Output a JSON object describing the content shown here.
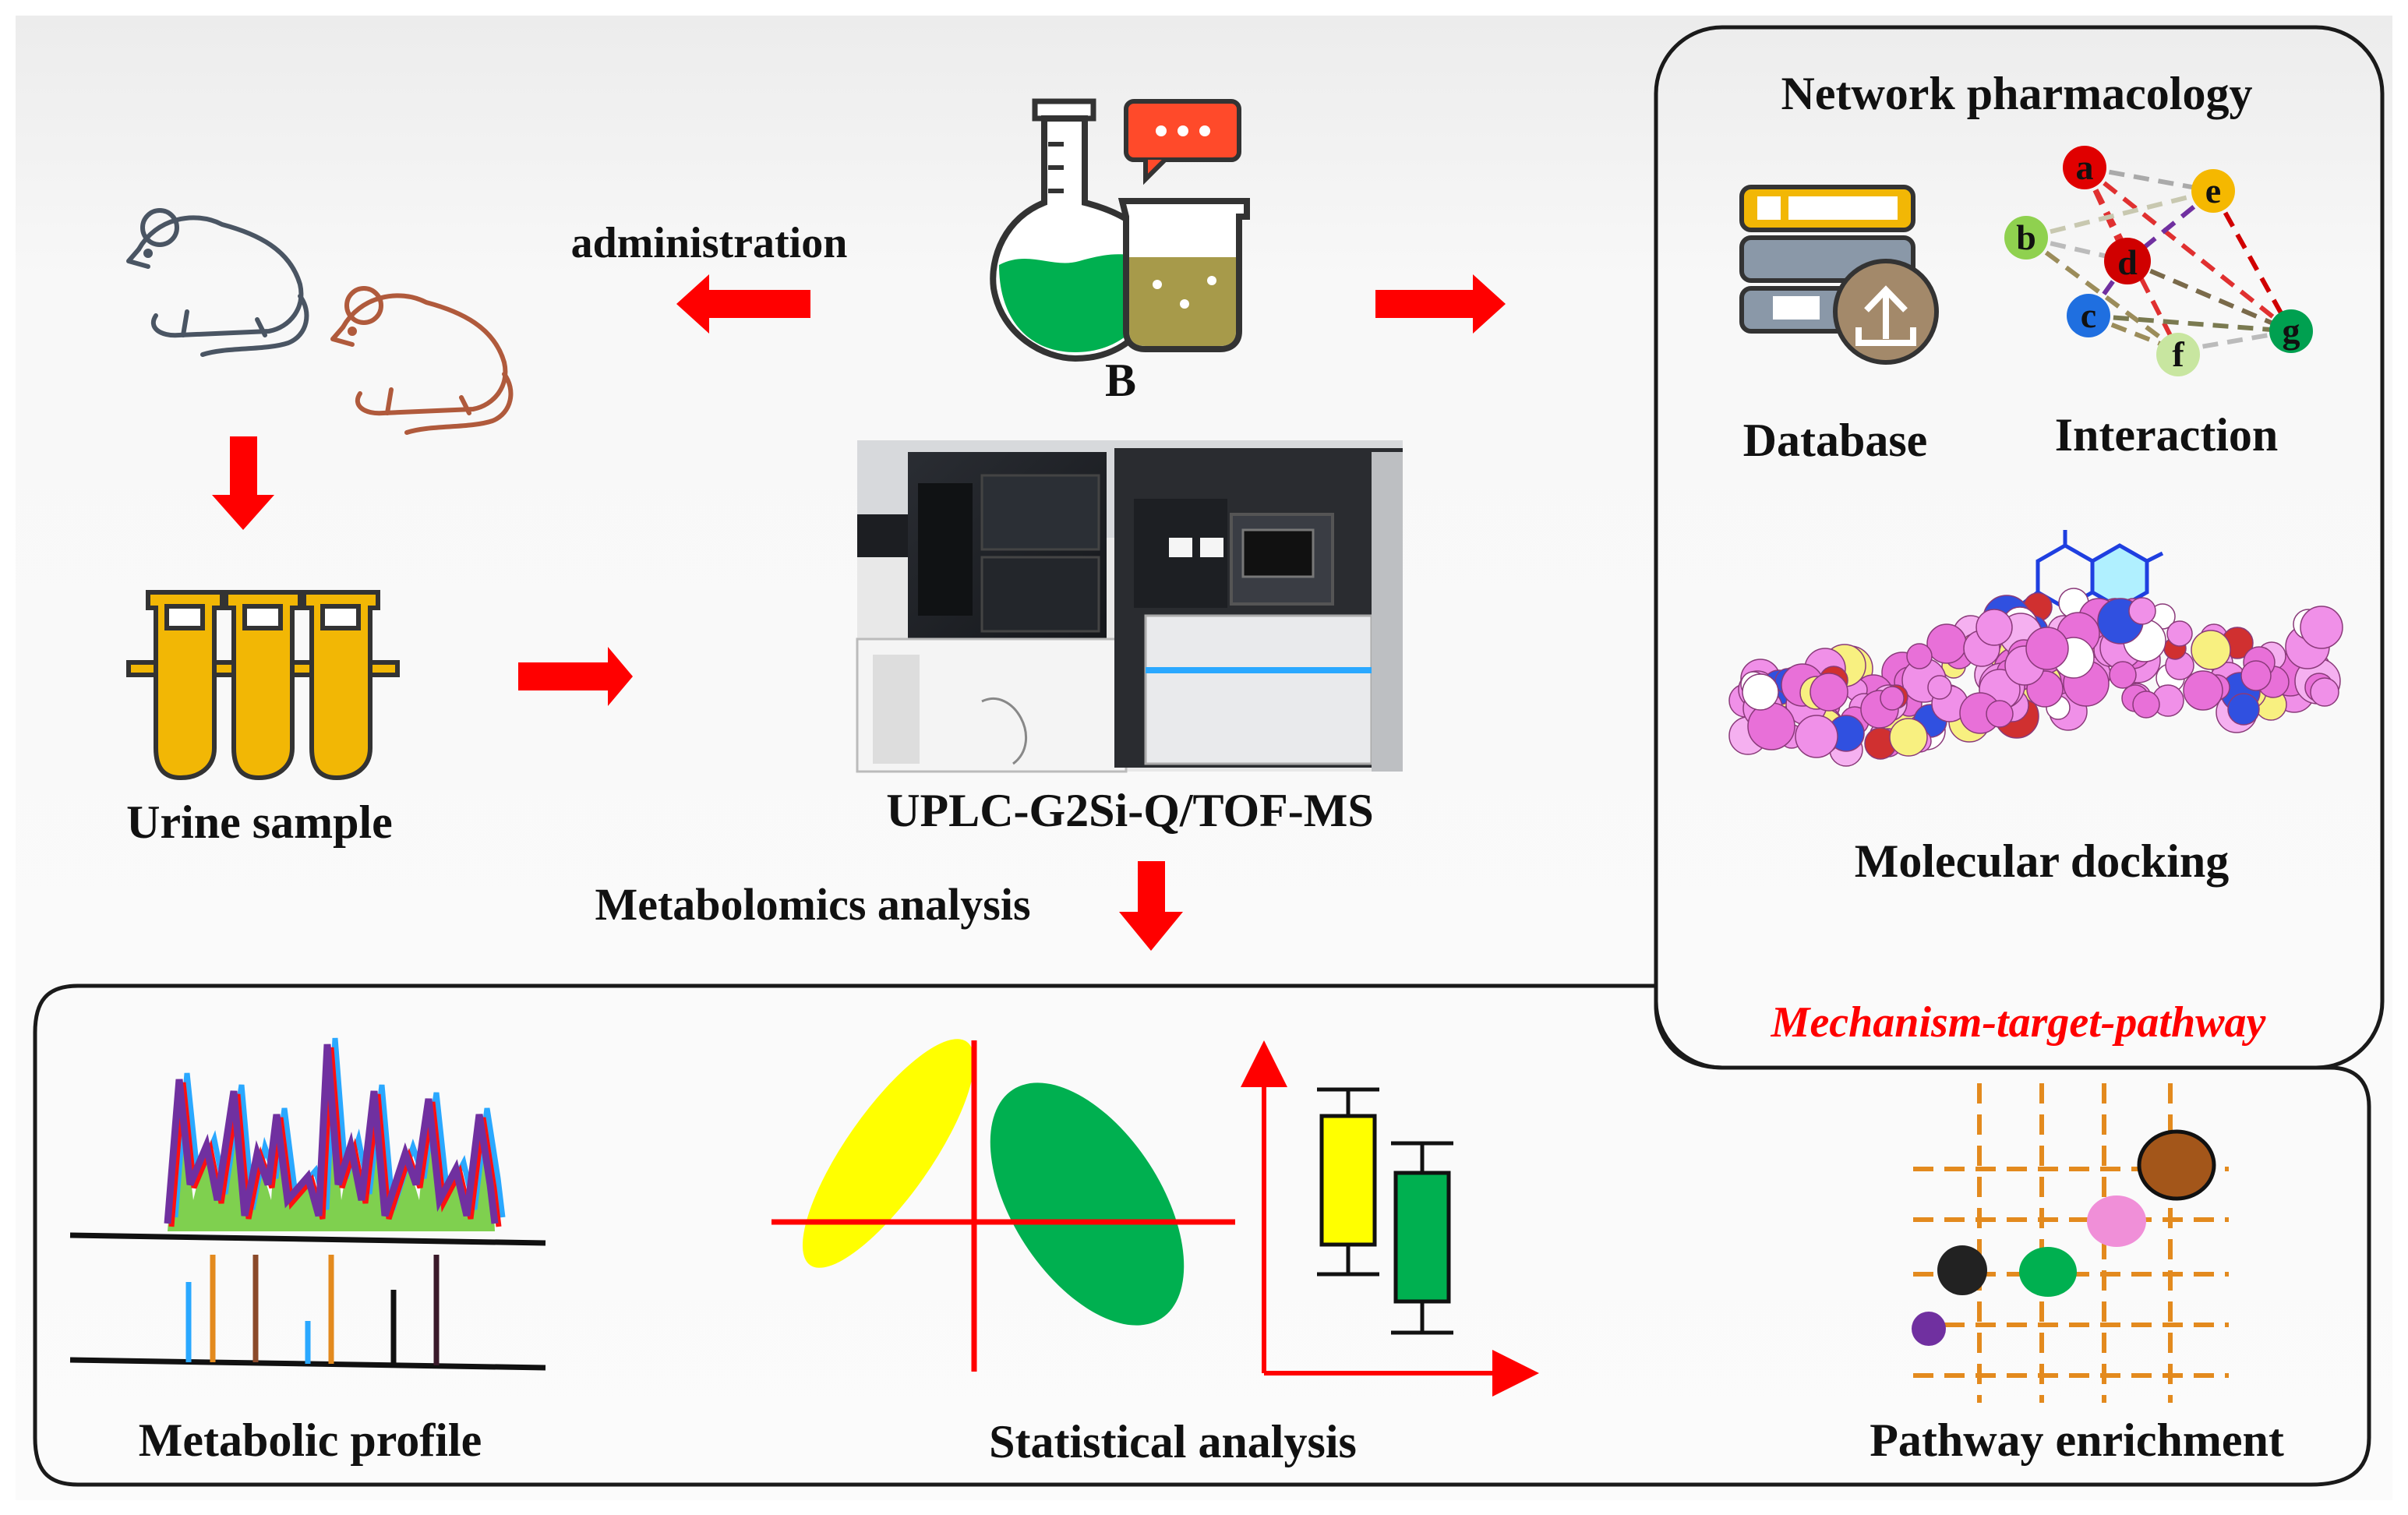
{
  "labels": {
    "administration": "administration",
    "herb": "B",
    "urine": "Urine sample",
    "instrument": "UPLC-G2Si-Q/TOF-MS",
    "metabolomics": "Metabolomics analysis",
    "network": "Network pharmacology",
    "database": "Database",
    "interaction": "Interaction",
    "docking": "Molecular docking",
    "mechanism": "Mechanism-target-pathway",
    "profile": "Metabolic profile",
    "statistical": "Statistical analysis",
    "pathway": "Pathway enrichment"
  },
  "nodes": [
    {
      "id": "a",
      "color": "#e00000"
    },
    {
      "id": "b",
      "color": "#8fd14f"
    },
    {
      "id": "c",
      "color": "#1f6fe0"
    },
    {
      "id": "d",
      "color": "#d00000"
    },
    {
      "id": "e",
      "color": "#f5b800"
    },
    {
      "id": "f",
      "color": "#c8e6a0"
    },
    {
      "id": "g",
      "color": "#00a050"
    }
  ],
  "colors": {
    "arrow": "#ff0000",
    "tube": "#f2b705",
    "green": "#00b050",
    "yellow": "#ffff00",
    "frame": "#1a1a1a"
  }
}
